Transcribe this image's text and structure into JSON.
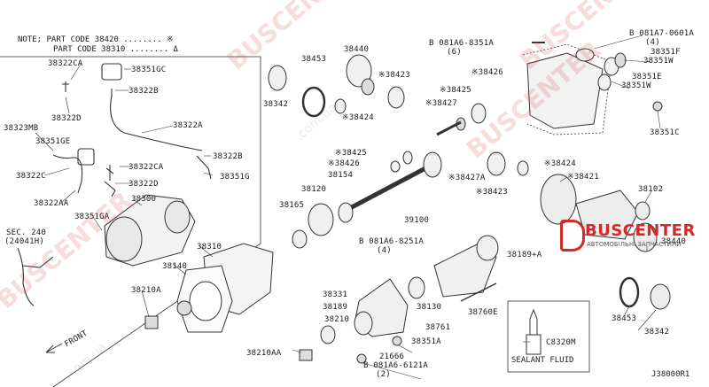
{
  "note": {
    "line1": "NOTE; PART CODE 38420 ........ ※",
    "line2": "PART CODE 38310 ........ Δ"
  },
  "labels": [
    {
      "id": "38322CA",
      "text": "38322CA"
    },
    {
      "id": "38351GC",
      "text": "38351GC"
    },
    {
      "id": "38322B_1",
      "text": "38322B"
    },
    {
      "id": "38322D_1",
      "text": "38322D"
    },
    {
      "id": "38322A",
      "text": "38322A"
    },
    {
      "id": "38323MB",
      "text": "38323MB"
    },
    {
      "id": "38351GE",
      "text": "38351GE"
    },
    {
      "id": "38322B_2",
      "text": "38322B"
    },
    {
      "id": "38322CA_2",
      "text": "38322CA"
    },
    {
      "id": "38322D_2",
      "text": "38322D"
    },
    {
      "id": "38351G",
      "text": "38351G"
    },
    {
      "id": "38322C",
      "text": "38322C"
    },
    {
      "id": "38322AA",
      "text": "38322AA"
    },
    {
      "id": "38300",
      "text": "38300"
    },
    {
      "id": "SEC240",
      "text": "SEC. 240"
    },
    {
      "id": "24041H",
      "text": "(24041H)"
    },
    {
      "id": "38351GA",
      "text": "38351GA"
    },
    {
      "id": "38310",
      "text": "38310"
    },
    {
      "id": "38140",
      "text": "38140"
    },
    {
      "id": "38210A",
      "text": "38210A"
    },
    {
      "id": "FRONT",
      "text": "FRONT"
    },
    {
      "id": "38453",
      "text": "38453"
    },
    {
      "id": "38440",
      "text": "38440"
    },
    {
      "id": "38423_1",
      "text": "※38423"
    },
    {
      "id": "38342",
      "text": "38342"
    },
    {
      "id": "38424_1",
      "text": "※38424"
    },
    {
      "id": "081A6_8351A",
      "text": "B 081A6-8351A"
    },
    {
      "id": "qty6",
      "text": "(6)"
    },
    {
      "id": "38426_1",
      "text": "※38426"
    },
    {
      "id": "38425_1",
      "text": "※38425"
    },
    {
      "id": "38427",
      "text": "※38427"
    },
    {
      "id": "081A7_0601A",
      "text": "B 081A7-0601A"
    },
    {
      "id": "qty4a",
      "text": "(4)"
    },
    {
      "id": "38351F",
      "text": "38351F"
    },
    {
      "id": "38351W",
      "text": "38351W"
    },
    {
      "id": "38351E",
      "text": "38351E"
    },
    {
      "id": "38351W_2",
      "text": "38351W"
    },
    {
      "id": "38351C",
      "text": "38351C"
    },
    {
      "id": "38425_2",
      "text": "※38425"
    },
    {
      "id": "38426_2",
      "text": "※38426"
    },
    {
      "id": "38154",
      "text": "38154"
    },
    {
      "id": "38120",
      "text": "38120"
    },
    {
      "id": "38427A",
      "text": "※38427A"
    },
    {
      "id": "38424_2",
      "text": "※38424"
    },
    {
      "id": "38423_2",
      "text": "※38423"
    },
    {
      "id": "38421",
      "text": "※38421"
    },
    {
      "id": "38102",
      "text": "38102"
    },
    {
      "id": "38165",
      "text": "38165"
    },
    {
      "id": "39100",
      "text": "39100"
    },
    {
      "id": "081A6_8251A",
      "text": "B 081A6-8251A"
    },
    {
      "id": "qty4b",
      "text": "(4)"
    },
    {
      "id": "38440_2",
      "text": "38440"
    },
    {
      "id": "38189A",
      "text": "38189+A"
    },
    {
      "id": "38331",
      "text": "38331"
    },
    {
      "id": "38189",
      "text": "38189"
    },
    {
      "id": "38130",
      "text": "38130"
    },
    {
      "id": "38760E",
      "text": "38760E"
    },
    {
      "id": "38210",
      "text": "38210"
    },
    {
      "id": "38761",
      "text": "38761"
    },
    {
      "id": "38351A",
      "text": "38351A"
    },
    {
      "id": "38210AA",
      "text": "38210AA"
    },
    {
      "id": "21666",
      "text": "21666"
    },
    {
      "id": "081A6_6121A",
      "text": "B 081A6-6121A"
    },
    {
      "id": "qty2",
      "text": "(2)"
    },
    {
      "id": "38453_2",
      "text": "38453"
    },
    {
      "id": "38342_2",
      "text": "38342"
    },
    {
      "id": "C8320M",
      "text": "C8320M"
    }
  ],
  "sealant": {
    "title": "SEALANT FLUID"
  },
  "diagram_code": "J38000R1",
  "logo": {
    "title": "BUSCENTER",
    "subtitle": "АВТОМОБІЛЬНІ ЗАПЧАСТИНИ"
  },
  "watermark": {
    "brand": "BUSCENTER",
    "domain": ".com.ua"
  }
}
